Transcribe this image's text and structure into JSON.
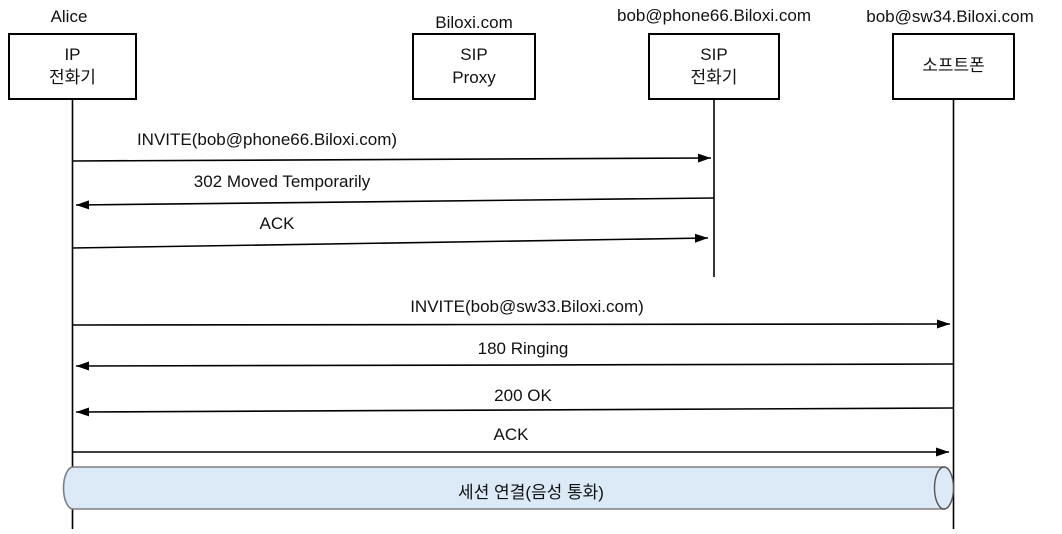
{
  "diagram": {
    "type": "sip-call-flow-sequence-diagram",
    "actors": [
      {
        "id": "alice",
        "label": "Alice",
        "box_label": "IP\n전화기",
        "has_lifeline": true
      },
      {
        "id": "proxy",
        "label": "Biloxi.com",
        "box_label": "SIP\nProxy",
        "has_lifeline": false
      },
      {
        "id": "sip-phone",
        "label": "bob@phone66.Biloxi.com",
        "box_label": "SIP\n전화기",
        "has_lifeline": true
      },
      {
        "id": "softphone",
        "label": "bob@sw34.Biloxi.com",
        "box_label": "소프트폰",
        "has_lifeline": true
      }
    ],
    "messages": [
      {
        "label": "INVITE(bob@phone66.Biloxi.com)",
        "from": "alice",
        "to": "sip-phone",
        "direction": "right"
      },
      {
        "label": "302 Moved Temporarily",
        "from": "sip-phone",
        "to": "alice",
        "direction": "left"
      },
      {
        "label": "ACK",
        "from": "alice",
        "to": "sip-phone",
        "direction": "right"
      },
      {
        "label": "INVITE(bob@sw33.Biloxi.com)",
        "from": "alice",
        "to": "softphone",
        "direction": "right"
      },
      {
        "label": "180 Ringing",
        "from": "softphone",
        "to": "alice",
        "direction": "left"
      },
      {
        "label": "200 OK",
        "from": "softphone",
        "to": "alice",
        "direction": "left"
      },
      {
        "label": "ACK",
        "from": "alice",
        "to": "softphone",
        "direction": "right"
      }
    ],
    "session": {
      "label": "세션 연결(음성 통화)"
    },
    "colors": {
      "line": "#000000",
      "session_fill": "#dce9f6",
      "session_border": "#7f7f7f",
      "session_cap_border": "#555555"
    }
  }
}
